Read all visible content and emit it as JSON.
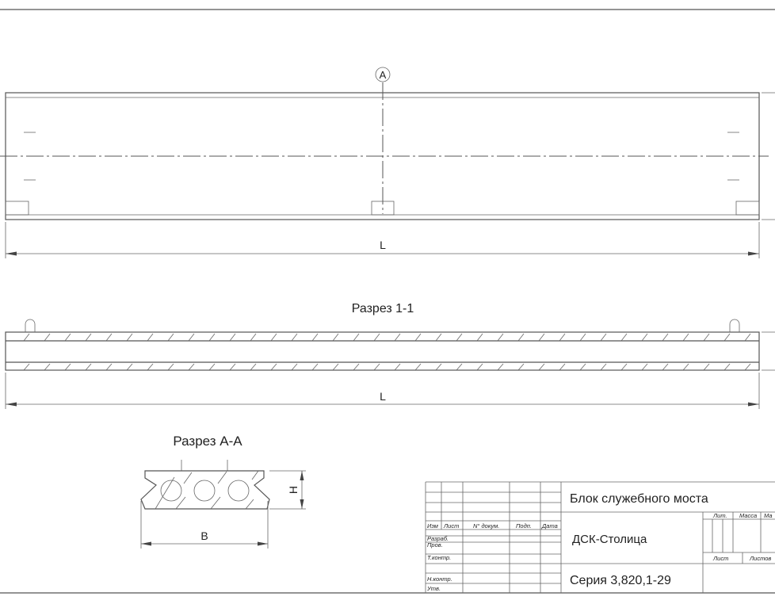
{
  "plan": {
    "axis_label": "A",
    "dim_label": "L"
  },
  "section_1_1": {
    "title": "Разрез 1-1",
    "dim_label": "L"
  },
  "section_a_a": {
    "title": "Разрез А-А",
    "height_label": "H",
    "width_label": "B"
  },
  "title_block": {
    "name": "Блок служебного моста",
    "organization": "ДСК-Столица",
    "series": "Серия 3,820,1-29",
    "headers": {
      "izm": "Изм",
      "list": "Лист",
      "doc": "N° докум.",
      "sign": "Подп.",
      "date": "Дата"
    },
    "roles": [
      "Разраб.",
      "Пров.",
      "Т.контр.",
      "Н.контр.",
      "Утв."
    ],
    "lit": "Лит.",
    "mass": "Масса",
    "scale": "Ма",
    "sheet": "Лист",
    "sheets": "Листов"
  }
}
